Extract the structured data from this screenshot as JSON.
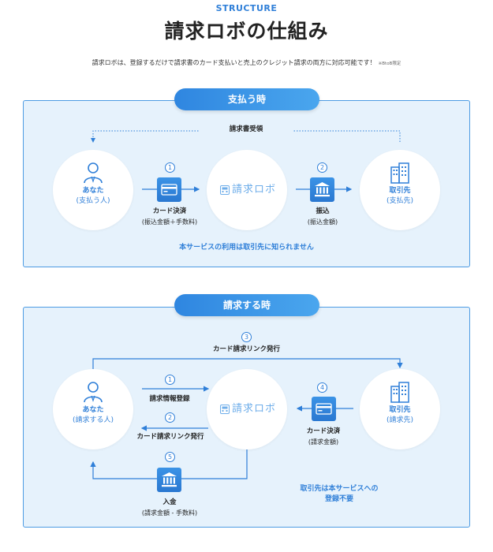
{
  "header": {
    "eyebrow": "STRUCTURE",
    "title": "請求ロボの仕組み",
    "intro": "請求ロボは、登録するだけで請求書のカード支払いと売上のクレジット請求の両方に対応可能です！",
    "intro_note": "※BtoB限定"
  },
  "pay_section": {
    "pill": "支払う時",
    "invoice_receive": "請求書受領",
    "you_label": "あなた",
    "you_sub": "(支払う人)",
    "robo_label": "請求ロボ",
    "partner_label": "取引先",
    "partner_sub": "(支払先)",
    "step1_badge": "1",
    "step1_label": "カード決済",
    "step1_sub": "(振込金額＋手数料)",
    "step2_badge": "2",
    "step2_label": "振込",
    "step2_sub": "(振込金額)",
    "footnote": "本サービスの利用は取引先に知られません"
  },
  "bill_section": {
    "pill": "請求する時",
    "you_label": "あなた",
    "you_sub": "(請求する人)",
    "robo_label": "請求ロボ",
    "partner_label": "取引先",
    "partner_sub": "(請求先)",
    "step1_badge": "1",
    "step1_label": "請求情報登録",
    "step2_badge": "2",
    "step2_label": "カード請求リンク発行",
    "step3_badge": "3",
    "step3_label": "カード請求リンク発行",
    "step4_badge": "4",
    "step4_label": "カード決済",
    "step4_sub": "(請求金額)",
    "step5_badge": "5",
    "step5_label": "入金",
    "step5_sub": "(請求金額 - 手数料)",
    "partner_note_line1": "取引先は本サービスへの",
    "partner_note_line2": "登録不要"
  },
  "colors": {
    "accent": "#2f7fd8",
    "panel_bg": "#e6f2fc",
    "panel_border": "#4d9be3"
  }
}
